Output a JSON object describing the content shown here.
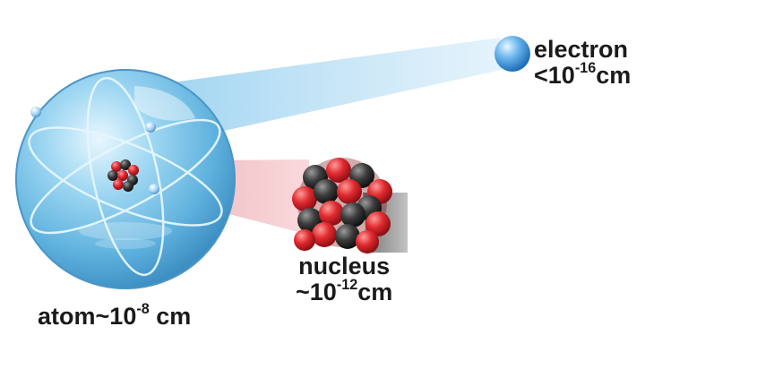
{
  "atom": {
    "name": "atom",
    "approx_symbol": "~",
    "base": "10",
    "exponent": "-8",
    "unit": "cm"
  },
  "nucleus": {
    "name": "nucleus",
    "approx_symbol": "~",
    "base": "10",
    "exponent": "-12",
    "unit": "cm"
  },
  "electron": {
    "name": "electron",
    "compare_symbol": "<",
    "base": "10",
    "exponent": "-16",
    "unit": "cm"
  },
  "colors": {
    "atom_sphere": "#6fbfe6",
    "orbit": "#dff3ff",
    "electron": "#4aa6e8",
    "proton": "#d8242b",
    "neutron": "#3a3a3a",
    "zoom_beam_blue": "#a9d8f2",
    "zoom_beam_pink": "#f3b7bc",
    "shadow": "#8a8a8a"
  }
}
